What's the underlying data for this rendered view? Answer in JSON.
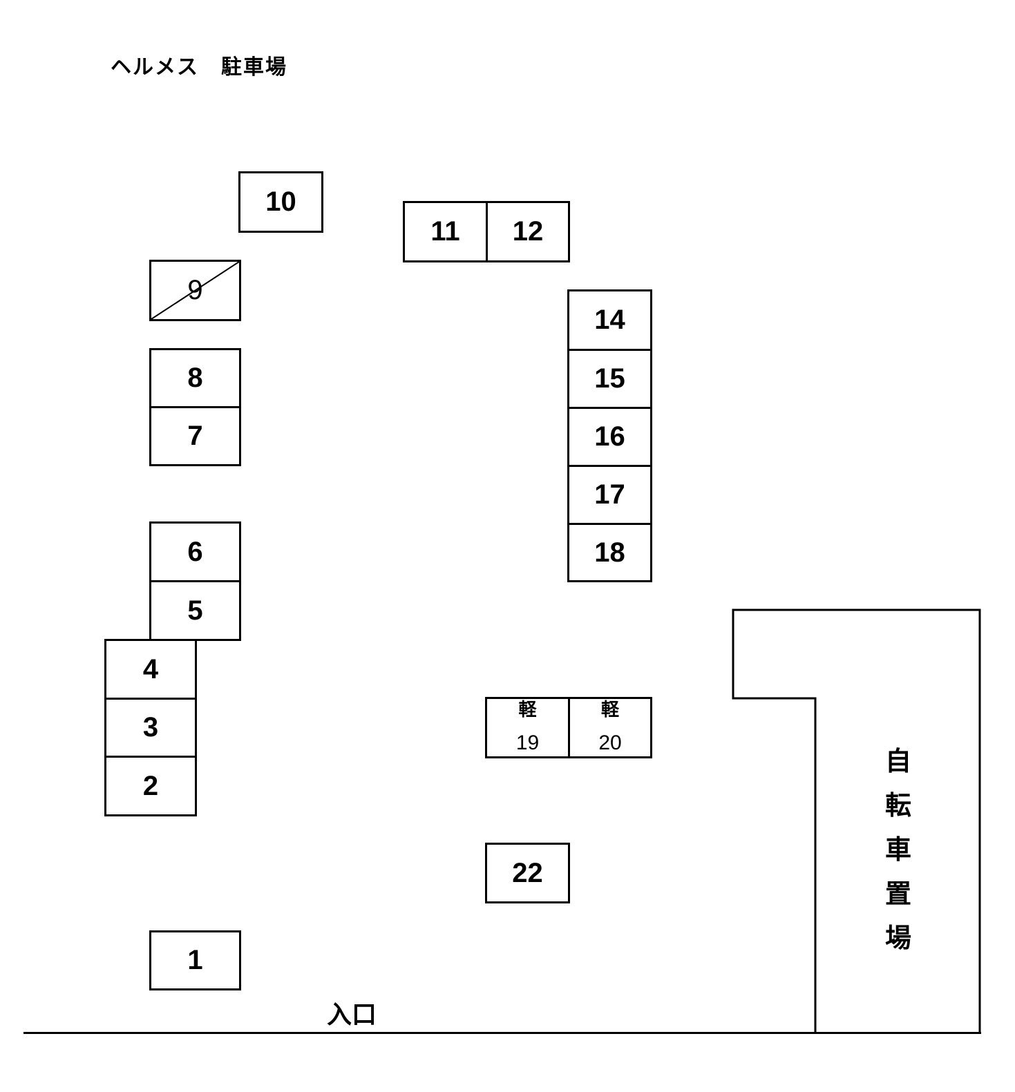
{
  "title": "ヘルメス　駐車場",
  "entrance_label": "入口",
  "bicycle_parking": {
    "label_chars": [
      "自",
      "転",
      "車",
      "置",
      "場"
    ],
    "label": "自転車置場"
  },
  "spaces": {
    "s1": {
      "label": "1"
    },
    "s2": {
      "label": "2"
    },
    "s3": {
      "label": "3"
    },
    "s4": {
      "label": "4"
    },
    "s5": {
      "label": "5"
    },
    "s6": {
      "label": "6"
    },
    "s7": {
      "label": "7"
    },
    "s8": {
      "label": "8"
    },
    "s9": {
      "label": "9",
      "status": "unavailable (crossed out)"
    },
    "s10": {
      "label": "10"
    },
    "s11": {
      "label": "11"
    },
    "s12": {
      "label": "12"
    },
    "s14": {
      "label": "14"
    },
    "s15": {
      "label": "15"
    },
    "s16": {
      "label": "16"
    },
    "s17": {
      "label": "17"
    },
    "s18": {
      "label": "18"
    },
    "s19": {
      "label": "19",
      "type": "軽"
    },
    "s20": {
      "label": "20",
      "type": "軽"
    },
    "s22": {
      "label": "22"
    }
  },
  "colors": {
    "line": "#000000",
    "background": "#ffffff"
  }
}
